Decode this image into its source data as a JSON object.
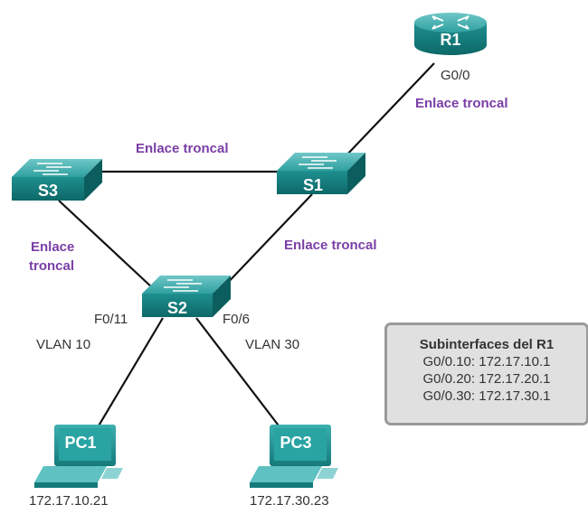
{
  "devices": {
    "r1": {
      "name": "R1",
      "port": "G0/0"
    },
    "s1": {
      "name": "S1"
    },
    "s2": {
      "name": "S2",
      "port_left": "F0/11",
      "port_right": "F0/6",
      "vlan_left": "VLAN 10",
      "vlan_right": "VLAN 30"
    },
    "s3": {
      "name": "S3"
    },
    "pc1": {
      "name": "PC1",
      "ip": "172.17.10.21"
    },
    "pc3": {
      "name": "PC3",
      "ip": "172.17.30.23"
    }
  },
  "links": {
    "r1_s1": "Enlace troncal",
    "s3_s1": "Enlace troncal",
    "s1_s2": "Enlace troncal",
    "s3_s2_line1": "Enlace",
    "s3_s2_line2": "troncal"
  },
  "subinterfaces": {
    "title": "Subinterfaces del R1",
    "lines": [
      "G0/0.10: 172.17.10.1",
      "G0/0.20: 172.17.20.1",
      "G0/0.30: 172.17.30.1"
    ]
  },
  "colors": {
    "device_teal": "#1a8a8a",
    "trunk_label": "#7a3ea6",
    "cable": "#111111",
    "box_fill": "#e0e0e0",
    "box_border": "#9a9a9a"
  }
}
